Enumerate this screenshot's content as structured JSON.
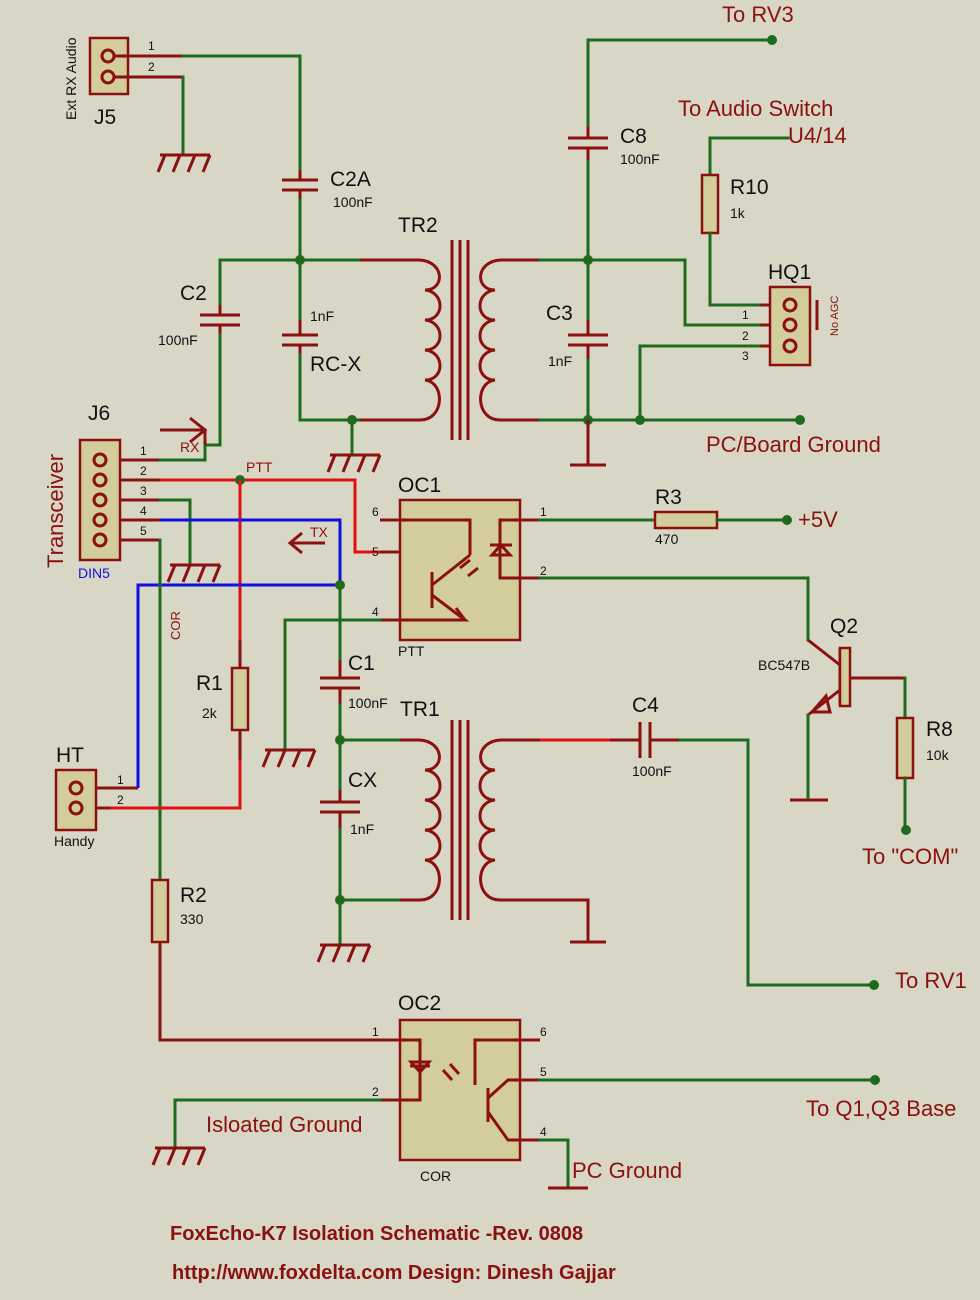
{
  "title": {
    "line1": "FoxEcho-K7 Isolation Schematic -Rev. 0808",
    "line2": "http://www.foxdelta.com Design: Dinesh Gajjar"
  },
  "components": {
    "J5": {
      "ref": "J5",
      "side_label": "Ext RX Audio"
    },
    "J6": {
      "ref": "J6",
      "type": "DIN5",
      "side_label": "Transceiver"
    },
    "HT": {
      "ref": "HT",
      "value": "Handy"
    },
    "HQ1": {
      "ref": "HQ1",
      "side_label": "No AGC"
    },
    "C2A": {
      "ref": "C2A",
      "value": "100nF"
    },
    "C2": {
      "ref": "C2",
      "value": "100nF"
    },
    "RCX": {
      "ref": "RC-X",
      "value": "1nF"
    },
    "TR2": {
      "ref": "TR2"
    },
    "TR1": {
      "ref": "TR1"
    },
    "C8": {
      "ref": "C8",
      "value": "100nF"
    },
    "C3": {
      "ref": "C3",
      "value": "1nF"
    },
    "R10": {
      "ref": "R10",
      "value": "1k"
    },
    "R3": {
      "ref": "R3",
      "value": "470"
    },
    "OC1": {
      "ref": "OC1",
      "value": "PTT"
    },
    "OC2": {
      "ref": "OC2",
      "value": "COR"
    },
    "Q2": {
      "ref": "Q2",
      "value": "BC547B"
    },
    "R8": {
      "ref": "R8",
      "value": "10k"
    },
    "R1": {
      "ref": "R1",
      "value": "2k"
    },
    "C1": {
      "ref": "C1",
      "value": "100nF"
    },
    "CX": {
      "ref": "CX",
      "value": "1nF"
    },
    "C4": {
      "ref": "C4",
      "value": "100nF"
    },
    "R2": {
      "ref": "R2",
      "value": "330"
    }
  },
  "net_labels": {
    "to_rv3": "To RV3",
    "to_audio_switch": "To Audio Switch",
    "u4_14": "U4/14",
    "pc_board_ground": "PC/Board Ground",
    "plus5v": "+5V",
    "to_com": "To \"COM\"",
    "to_rv1": "To RV1",
    "to_q1q3": "To Q1,Q3 Base",
    "isolated_ground": "Isloated Ground",
    "pc_ground": "PC Ground",
    "rx": "RX",
    "tx": "TX",
    "ptt": "PTT",
    "cor": "COR"
  },
  "pin_numbers": [
    "1",
    "2",
    "3",
    "4",
    "5",
    "6"
  ],
  "wire_colors": {
    "ground_net": "#1e6b1e",
    "ptt_net": "#e01010",
    "tx_net": "#1010e0",
    "component": "#8b1010",
    "background": "#d8d6c5"
  }
}
